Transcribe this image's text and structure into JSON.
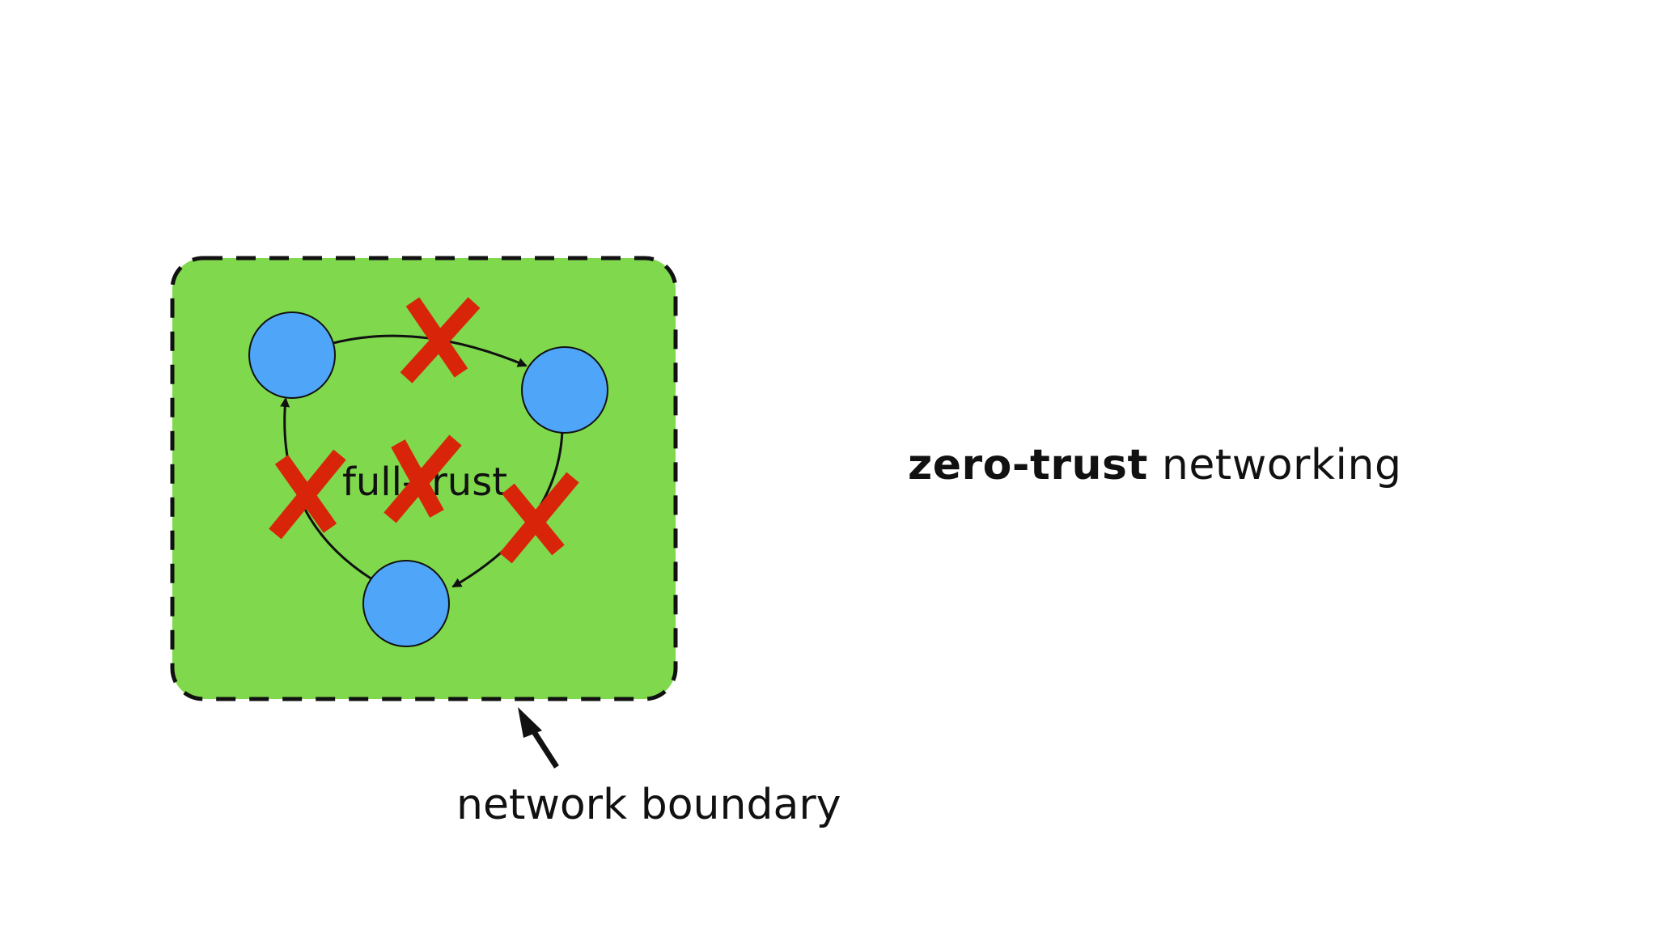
{
  "diagram": {
    "center_label": "full-trust",
    "boundary_label": "network boundary",
    "heading_bold": "zero-trust",
    "heading_rest": "networking"
  },
  "colors": {
    "region_fill": "#80d94c",
    "node_fill": "#4fa5f7",
    "cross": "#d8250a",
    "ink": "#111111"
  }
}
